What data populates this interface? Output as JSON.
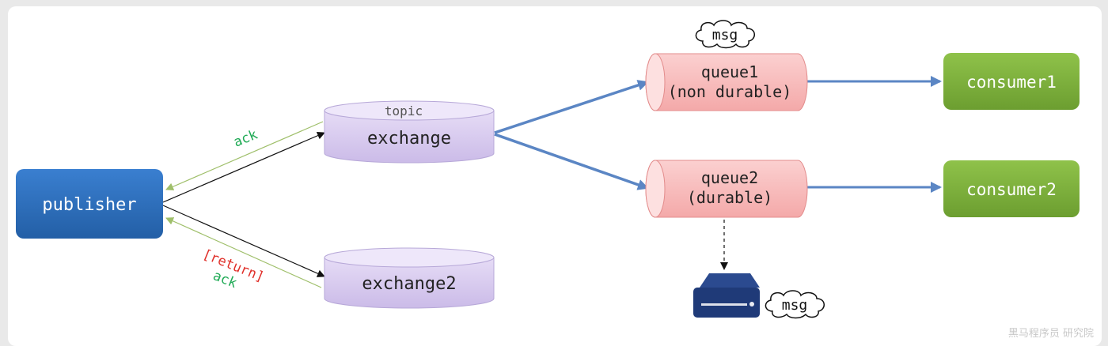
{
  "nodes": {
    "publisher": "publisher",
    "exchange_tag": "topic",
    "exchange": "exchange",
    "exchange2": "exchange2",
    "queue1_line1": "queue1",
    "queue1_line2": "(non durable)",
    "queue2_line1": "queue2",
    "queue2_line2": "(durable)",
    "consumer1": "consumer1",
    "consumer2": "consumer2",
    "msg_cloud_top": "msg",
    "msg_cloud_disk": "msg"
  },
  "edges": {
    "ack_upper": "ack",
    "return_label": "[return]",
    "ack_lower": "ack"
  },
  "colors": {
    "publisher": "#2f6db5",
    "exchange": "#d9cdef",
    "queue": "#f7b9b9",
    "consumer": "#7eae3c",
    "flow_arrow": "#5b86c4",
    "ack_green": "#1faa55",
    "return_red": "#e0302a",
    "disk": "#1f3a78"
  },
  "icons": {
    "disk": "hard-drive-icon",
    "cloud": "cloud-icon"
  },
  "watermark": "黑马程序员 研究院"
}
